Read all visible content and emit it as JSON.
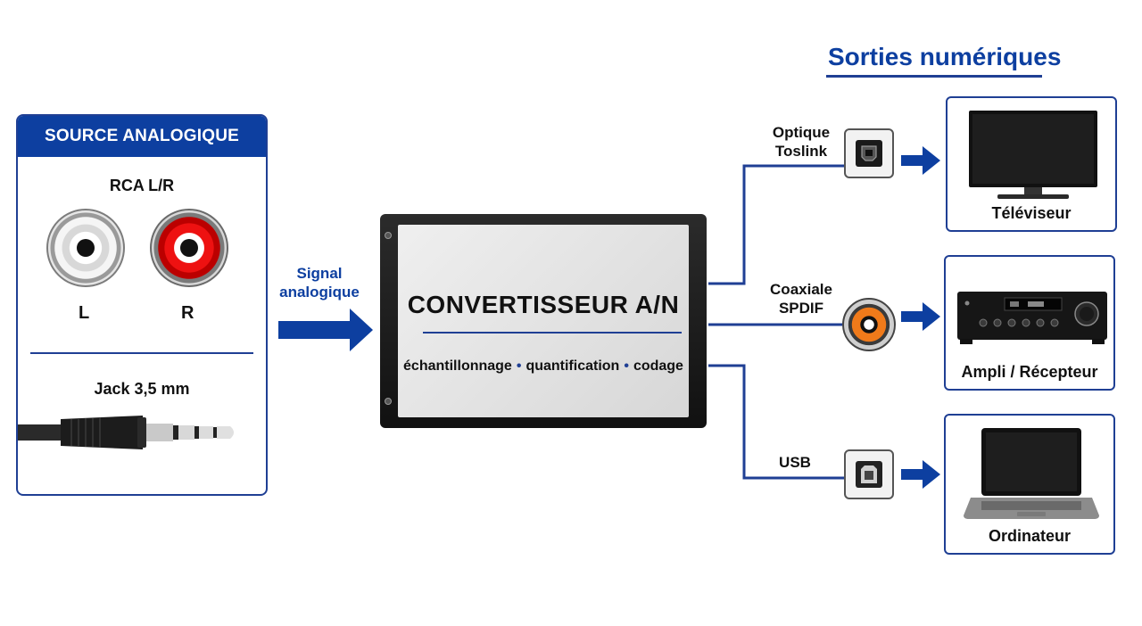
{
  "source": {
    "header": "SOURCE ANALOGIQUE",
    "rca_title": "RCA L/R",
    "left_label": "L",
    "right_label": "R",
    "jack_title": "Jack 3,5 mm"
  },
  "signal_label_line1": "Signal",
  "signal_label_line2": "analogique",
  "converter": {
    "title": "CONVERTISSEUR A/N",
    "steps": [
      "échantillonnage",
      "quantification",
      "codage"
    ],
    "separator": "•"
  },
  "outputs": {
    "title": "Sorties numériques",
    "items": [
      {
        "connector_line1": "Optique",
        "connector_line2": "Toslink",
        "port_icon": "toslink-port-icon",
        "device_icon": "tv-icon",
        "device": "Téléviseur"
      },
      {
        "connector_line1": "Coaxiale",
        "connector_line2": "SPDIF",
        "port_icon": "coaxial-rca-icon",
        "device_icon": "amplifier-icon",
        "device": "Ampli / Récepteur"
      },
      {
        "connector_line1": "USB",
        "connector_line2": "",
        "port_icon": "usb-b-port-icon",
        "device_icon": "laptop-icon",
        "device": "Ordinateur"
      }
    ]
  },
  "colors": {
    "accent": "#0d3fa0",
    "border": "#1f3f94",
    "rca_right": "#dd1111",
    "coax_orange": "#f07a1a"
  }
}
